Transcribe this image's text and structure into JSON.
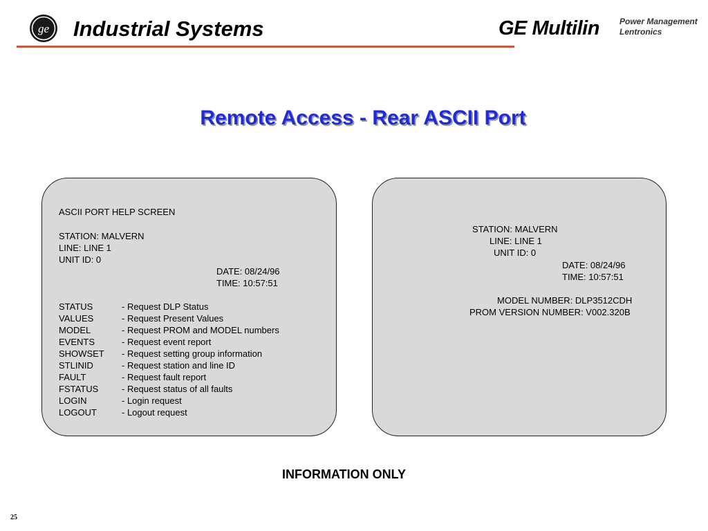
{
  "header": {
    "logo_icon": "ge-monogram-icon",
    "title": "Industrial Systems",
    "brand": "GE Multilin",
    "brand_sub_1": "Power Management",
    "brand_sub_2": "Lentronics",
    "rule_color": "#c85a3a"
  },
  "page_title": "Remote Access - Rear ASCII Port",
  "title_color": "#1f2bd6",
  "left_panel": {
    "heading": "ASCII PORT HELP SCREEN",
    "station": "STATION: MALVERN",
    "line": "LINE:  LINE 1",
    "unit_id": "UNIT ID:   0",
    "date": "DATE:  08/24/96",
    "time": "TIME:   10:57:51",
    "commands": [
      {
        "name": "STATUS",
        "desc": "- Request DLP Status"
      },
      {
        "name": "VALUES",
        "desc": "- Request Present Values"
      },
      {
        "name": "MODEL",
        "desc": "- Request PROM and MODEL numbers"
      },
      {
        "name": "EVENTS",
        "desc": "- Request event report"
      },
      {
        "name": "SHOWSET",
        "desc": "- Request setting group information"
      },
      {
        "name": "STLINID",
        "desc": "- Request station and line ID"
      },
      {
        "name": "FAULT",
        "desc": "- Request fault report"
      },
      {
        "name": "FSTATUS",
        "desc": "- Request status of all faults"
      },
      {
        "name": "LOGIN",
        "desc": "- Login request"
      },
      {
        "name": "LOGOUT",
        "desc": "- Logout request"
      }
    ]
  },
  "right_panel": {
    "station": "STATION: MALVERN",
    "line": "LINE:  LINE 1",
    "unit_id": "UNIT ID:   0",
    "date": "DATE:  08/24/96",
    "time": "TIME:   10:57:51",
    "model_number": "MODEL NUMBER:   DLP3512CDH",
    "prom_version": "PROM VERSION NUMBER:   V002.320B"
  },
  "panel_color": "#d9d9d9",
  "footer_note": "INFORMATION ONLY",
  "page_number": "25"
}
